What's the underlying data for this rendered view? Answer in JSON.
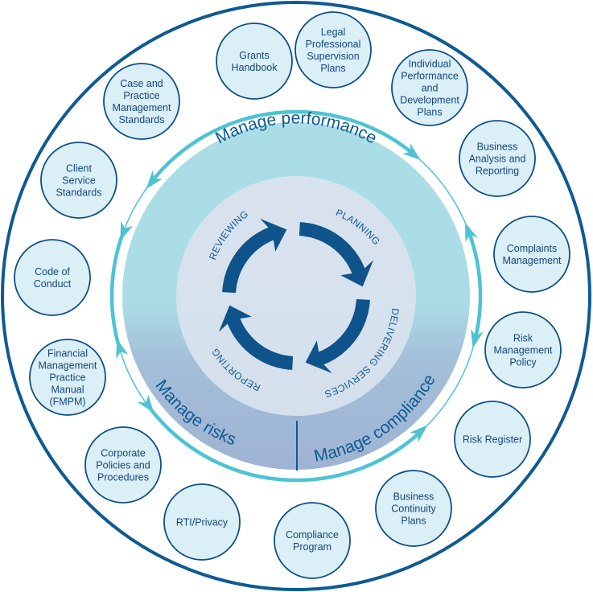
{
  "title": "Governance framework cycle",
  "colors": {
    "navy": "#0f5a91",
    "dark_navy": "#0c4f86",
    "cyan_ring": "#4dc3d3",
    "performance_fill": "#abdde6",
    "risk_fill": "#a0b4d4",
    "inner_fill": "#d7e2ee",
    "node_fill": "#daeff6",
    "node_stroke": "#0f4f85",
    "arrow_fill": "#0e538a"
  },
  "segments": {
    "performance": "Manage performance",
    "risks": "Manage risks",
    "compliance": "Manage compliance"
  },
  "cycle": {
    "stages": [
      "PLANNING",
      "DELIVERING SERVICES",
      "REPORTING",
      "REVIEWING"
    ]
  },
  "nodes": [
    {
      "id": "grants-handbook",
      "lines": [
        "Grants",
        "Handbook"
      ]
    },
    {
      "id": "legal-professional-supervision-plans",
      "lines": [
        "Legal",
        "Professional",
        "Supervision",
        "Plans"
      ]
    },
    {
      "id": "individual-performance-development-plans",
      "lines": [
        "Individual",
        "Performance",
        "and",
        "Development",
        "Plans"
      ]
    },
    {
      "id": "business-analysis-reporting",
      "lines": [
        "Business",
        "Analysis and",
        "Reporting"
      ]
    },
    {
      "id": "complaints-management",
      "lines": [
        "Complaints",
        "Management"
      ]
    },
    {
      "id": "risk-management-policy",
      "lines": [
        "Risk",
        "Management",
        "Policy"
      ]
    },
    {
      "id": "risk-register",
      "lines": [
        "Risk Register"
      ]
    },
    {
      "id": "business-continuity-plans",
      "lines": [
        "Business",
        "Continuity",
        "Plans"
      ]
    },
    {
      "id": "compliance-program",
      "lines": [
        "Compliance",
        "Program"
      ]
    },
    {
      "id": "rti-privacy",
      "lines": [
        "RTI/Privacy"
      ]
    },
    {
      "id": "corporate-policies-procedures",
      "lines": [
        "Corporate",
        "Policies and",
        "Procedures"
      ]
    },
    {
      "id": "financial-management-practice-manual",
      "lines": [
        "Financial",
        "Management",
        "Practice",
        "Manual",
        "(FMPM)"
      ]
    },
    {
      "id": "code-of-conduct",
      "lines": [
        "Code of",
        "Conduct"
      ]
    },
    {
      "id": "client-service-standards",
      "lines": [
        "Client",
        "Service",
        "Standards"
      ]
    },
    {
      "id": "case-practice-management-standards",
      "lines": [
        "Case and",
        "Practice",
        "Management",
        "Standards"
      ]
    }
  ]
}
